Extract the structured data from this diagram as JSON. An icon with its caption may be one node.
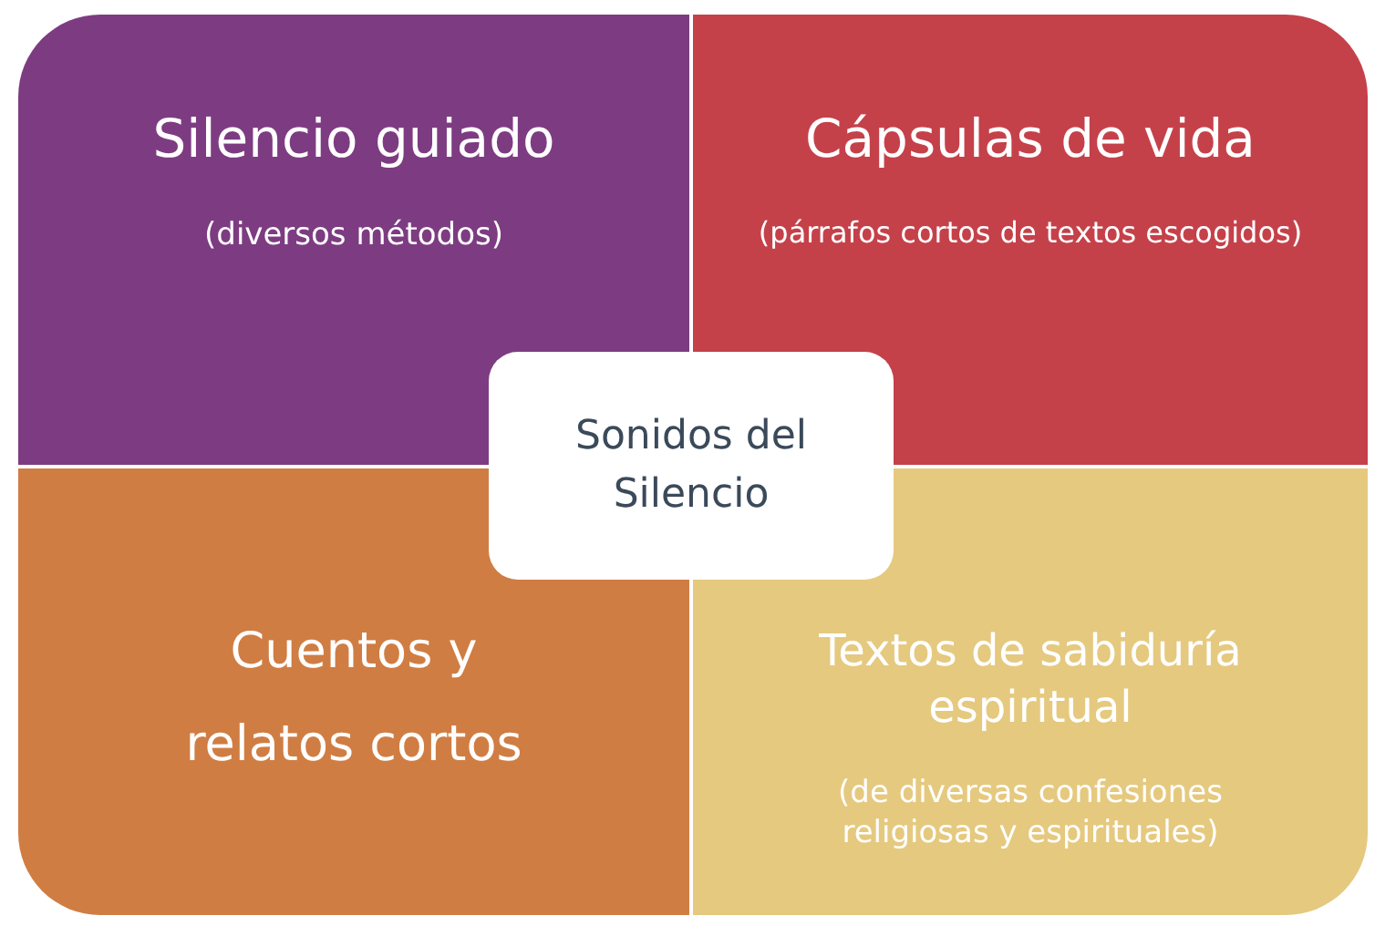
{
  "diagram": {
    "nodes": [
      {
        "text": [
          "Silencio guiado",
          "(diversos métodos)"
        ]
      },
      {
        "text": [
          "Cápsulas de vida",
          "(párrafos cortos de textos escogidos)"
        ]
      },
      {
        "text": [
          "Cuentos y relatos cortos"
        ]
      },
      {
        "text": [
          "Textos de sabiduría espiritual",
          "(de diversas confesiones religiosas y espirituales)"
        ]
      },
      {
        "text": [
          "Sonidos del Silencio"
        ]
      }
    ]
  }
}
